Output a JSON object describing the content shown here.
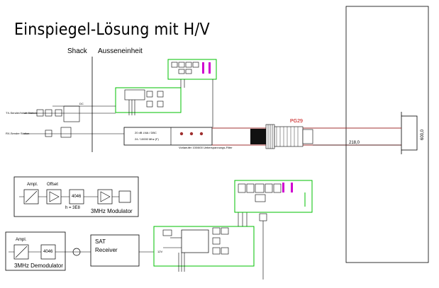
{
  "title": "Einspiegel-Lösung mit H/V",
  "section_shack": "Shack",
  "section_outdoor": "Ausseneinheit",
  "left_labels": {
    "inner": "TX-Sender/Inhalt Station",
    "outer": "RX-Sender Station",
    "dc": "DC"
  },
  "main_box": {
    "line1": "20 dB LNA / DBC",
    "line2": "24 / 10000 Mhz (F)"
  },
  "preamp_label": "Vorlaeufer 100/600 Ueberspannungs-Filter",
  "modulator": {
    "ampl": "Ampl.",
    "offset": "Offset",
    "chip": "4046",
    "h_value": "h = 3E8",
    "caption": "3MHz Modulator"
  },
  "demodulator": {
    "ampl": "Ampl.",
    "chip": "4046",
    "caption": "3MHz Demodulator"
  },
  "sat_receiver": {
    "line1": "SAT",
    "line2": "Receiver"
  },
  "connector": {
    "pg_label": "PG29",
    "cable_value": "218,0"
  },
  "right_label": "600,0",
  "lower_box_label": "12V",
  "colors": {
    "green": "#00c000",
    "red_cable": "#a03030",
    "magenta": "#d000d0",
    "red_text": "#c00000"
  }
}
